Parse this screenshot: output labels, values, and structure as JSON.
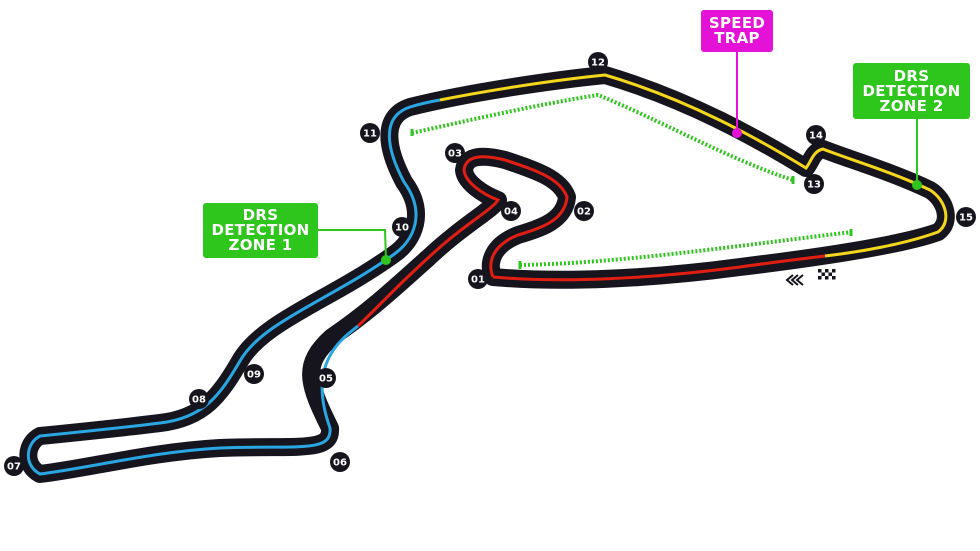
{
  "track": {
    "colors": {
      "outline": "#16151e",
      "sector1": "#e21e13",
      "sector2": "#2aa6e3",
      "sector3": "#f4d61c",
      "drs_zone": "#2ec51c",
      "speed_trap": "#e412d6",
      "label_text": "#ffffff"
    },
    "turns": [
      "01",
      "02",
      "03",
      "04",
      "05",
      "06",
      "07",
      "08",
      "09",
      "10",
      "11",
      "12",
      "13",
      "14",
      "15"
    ],
    "speed_trap": {
      "line1": "SPEED",
      "line2": "TRAP"
    },
    "drs_detection_1": {
      "line1": "DRS",
      "line2": "DETECTION",
      "line3": "ZONE 1"
    },
    "drs_detection_2": {
      "line1": "DRS",
      "line2": "DETECTION",
      "line3": "ZONE 2"
    },
    "icons": [
      "start-finish-flag-icon",
      "race-direction-chevrons-icon"
    ]
  }
}
